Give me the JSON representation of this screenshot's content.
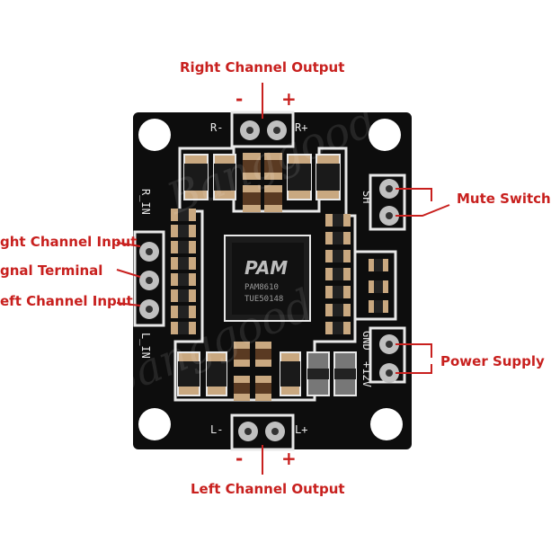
{
  "labels": {
    "right_channel_output": "Right Channel Output",
    "left_channel_output": "Left Channel Output",
    "mute_switch": "Mute Switch",
    "power_supply": "Power Supply",
    "right_channel_input": "ght Channel Input",
    "signal_terminal": "gnal Terminal",
    "left_channel_input": "eft Channel Input"
  },
  "signs": {
    "right_minus": "-",
    "right_plus": "+",
    "left_minus": "-",
    "left_plus": "+"
  },
  "silkscreen": {
    "r_minus": "R-",
    "r_plus": "R+",
    "l_minus": "L-",
    "l_plus": "L+",
    "r_in": "R_IN",
    "l_in": "L_IN",
    "sh": "SH",
    "gnd": "GND",
    "plus12v": "+12V",
    "chip_logo": "PAM",
    "chip_part": "PAM8610",
    "chip_code": "TUE50148"
  },
  "watermark": "Banggood",
  "colors": {
    "annotation_red": "#c8201e",
    "pcb_black": "#0d0d0d",
    "silkscreen": "#e8e8e8"
  }
}
